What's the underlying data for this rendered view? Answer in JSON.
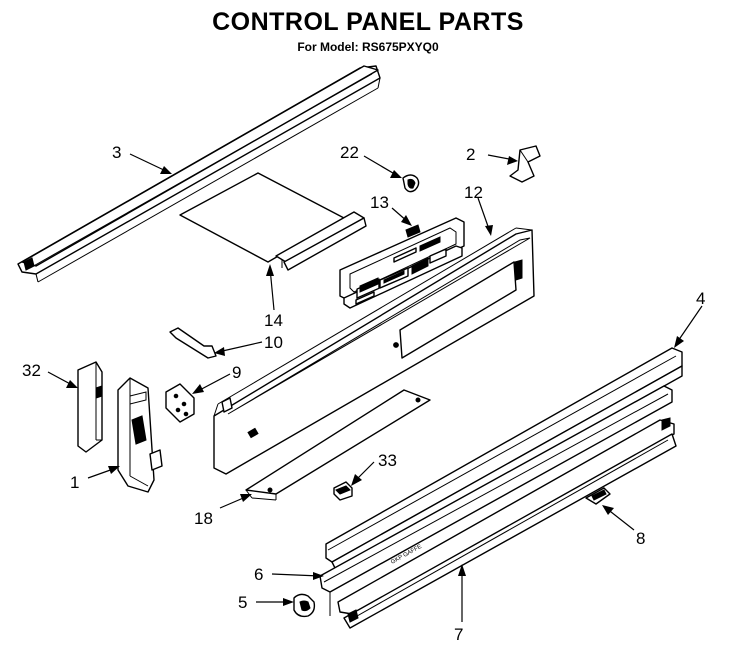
{
  "header": {
    "title": "CONTROL PANEL PARTS",
    "subtitle": "For Model: RS675PXYQ0"
  },
  "callouts": {
    "c3": "3",
    "c22": "22",
    "c2": "2",
    "c13": "13",
    "c12": "12",
    "c14": "14",
    "c10": "10",
    "c4": "4",
    "c32": "32",
    "c9": "9",
    "c1": "1",
    "c33": "33",
    "c18": "18",
    "c8": "8",
    "c6": "6",
    "c5": "5",
    "c7": "7"
  },
  "trim_marking": "GKP  GAFFE"
}
